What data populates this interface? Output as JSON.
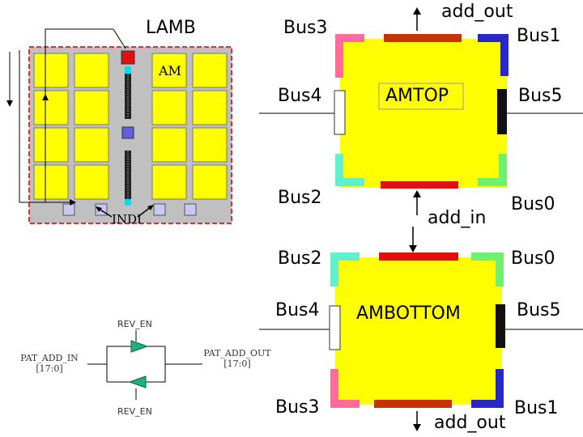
{
  "left_array": {
    "lamb_label": "LAMB",
    "am_label": "AM",
    "indi_label": "INDI"
  },
  "amtop": {
    "title": "AMTOP",
    "bus_labels": {
      "bus3": "Bus3",
      "bus1": "Bus1",
      "bus4": "Bus4",
      "bus5": "Bus5",
      "bus2": "Bus2",
      "bus0": "Bus0"
    },
    "top_port": "add_out",
    "bottom_port": "add_in"
  },
  "ambottom": {
    "title": "AMBOTTOM",
    "bus_labels": {
      "bus2": "Bus2",
      "bus0": "Bus0",
      "bus4": "Bus4",
      "bus5": "Bus5",
      "bus3": "Bus3",
      "bus1": "Bus1"
    },
    "bottom_port": "add_out"
  },
  "buffer": {
    "rev_en_top": "REV_EN",
    "rev_en_bottom": "REV_EN",
    "in_label_line1": "PAT_ADD_IN",
    "in_label_line2": "[17:0]",
    "out_label_line1": "PAT_ADD_OUT",
    "out_label_line2": "[17:0]"
  },
  "colors": {
    "chip_yellow": "#ffff00",
    "board_gray": "#c0c0c0",
    "border_red": "#e03030",
    "bar_red": "#e01010",
    "bar_dark_red": "#c83200",
    "corner_pink": "#ff6c9c",
    "corner_blue": "#2828c8",
    "corner_cyan": "#60f0d0",
    "corner_green": "#70f070",
    "accent_cyan": "#00e0f0",
    "chip_blue": "#6060e0",
    "buffer_green": "#20b080"
  }
}
